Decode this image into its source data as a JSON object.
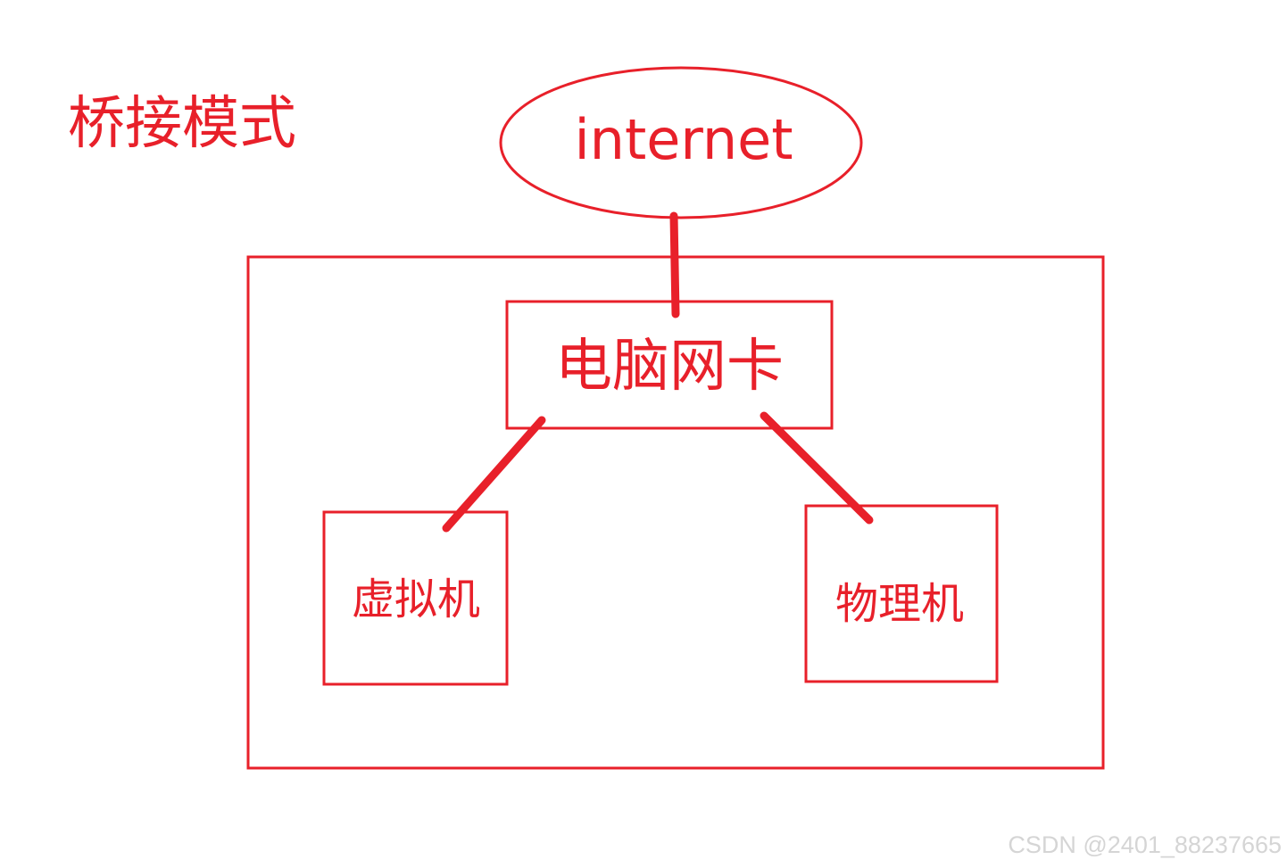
{
  "title": "桥接模式",
  "nodes": {
    "internet": "internet",
    "nic": "电脑网卡",
    "vm": "虚拟机",
    "physical": "物理机"
  },
  "watermark": "CSDN @2401_88237665",
  "colors": {
    "stroke": "#e8202a",
    "watermark": "#d5d5d5"
  }
}
